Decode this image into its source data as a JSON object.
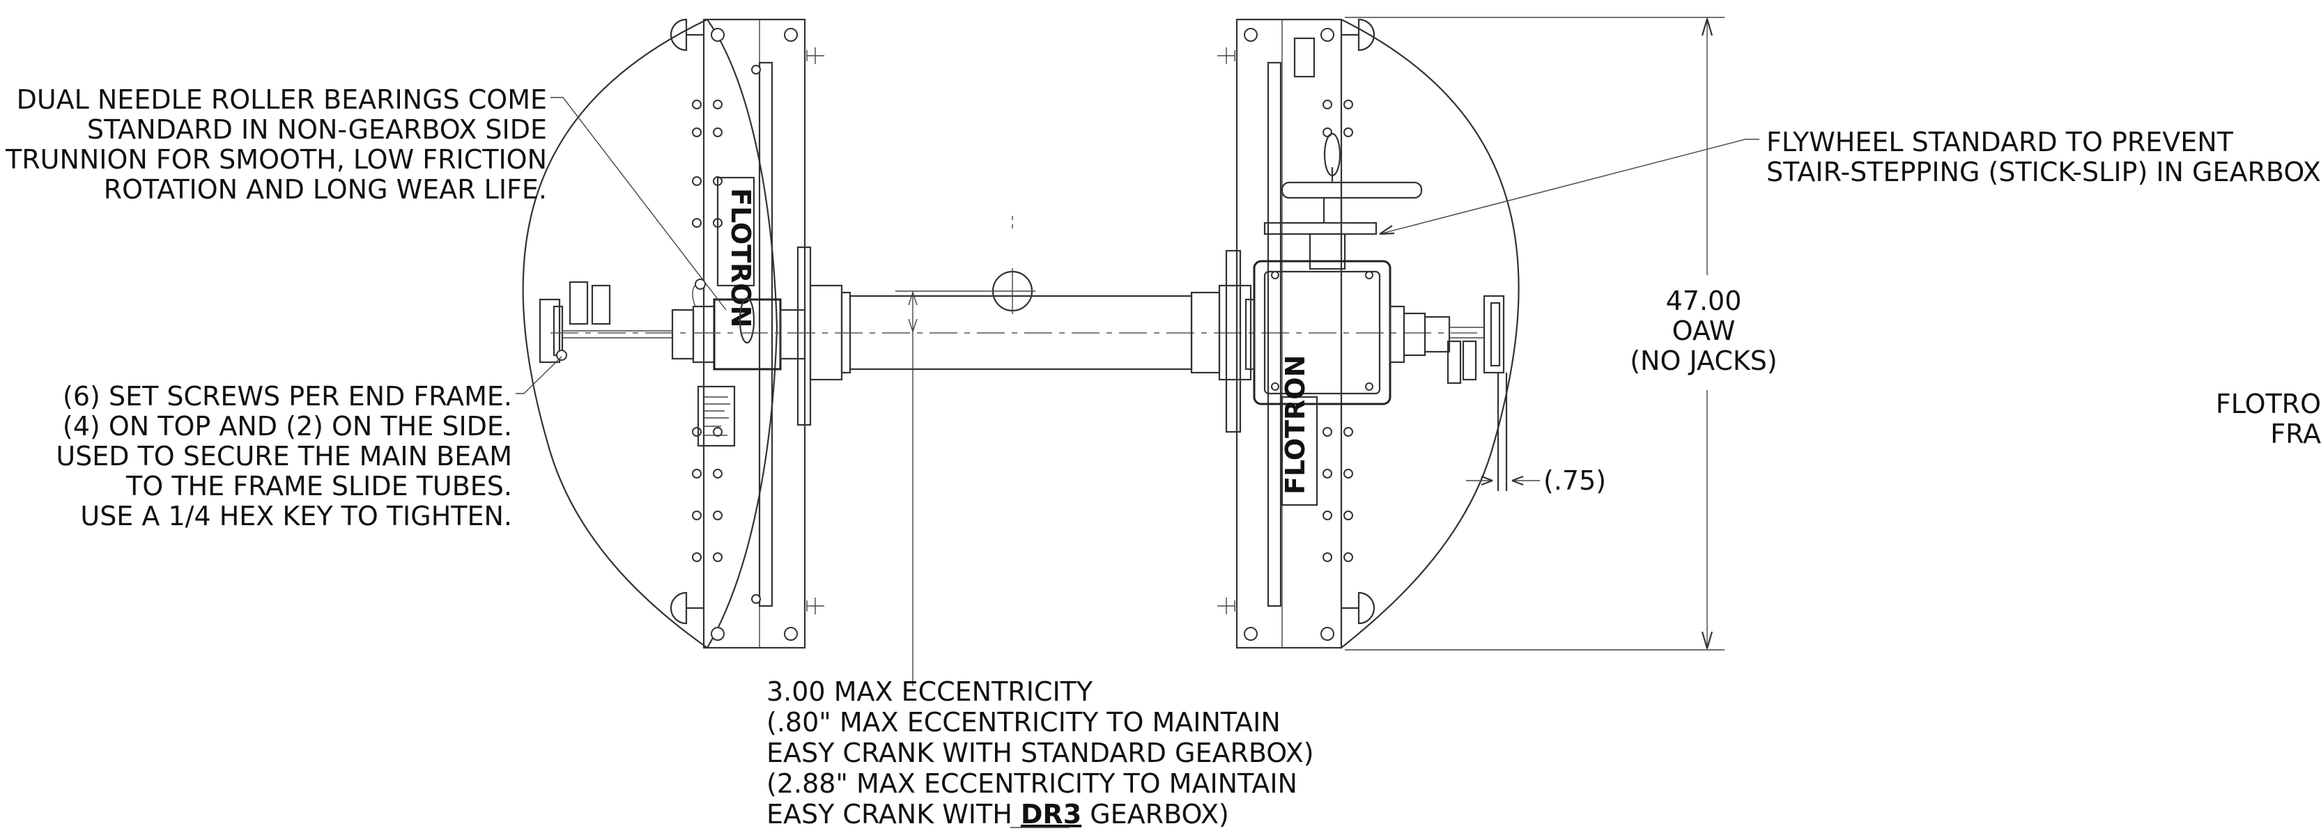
{
  "notes": {
    "bearings": [
      "DUAL NEEDLE ROLLER BEARINGS COME",
      "STANDARD IN NON-GEARBOX SIDE",
      "TRUNNION FOR SMOOTH, LOW FRICTION",
      "ROTATION AND LONG WEAR LIFE."
    ],
    "set_screws": [
      "(6) SET SCREWS PER END FRAME.",
      "(4) ON TOP AND (2) ON THE SIDE.",
      "USED TO SECURE THE MAIN BEAM",
      "TO THE FRAME SLIDE TUBES.",
      "USE A 1/4 HEX KEY TO TIGHTEN."
    ],
    "flywheel": [
      "FLYWHEEL STANDARD TO PREVENT",
      "STAIR-STEPPING (STICK-SLIP) IN GEARBOX."
    ],
    "eccentricity": {
      "line1": "3.00 MAX ECCENTRICITY",
      "line2": "(.80\" MAX ECCENTRICITY TO MAINTAIN",
      "line3": "EASY CRANK WITH STANDARD GEARBOX)",
      "line4": "(2.88\" MAX ECCENTRICITY TO MAINTAIN",
      "line5_prefix": "EASY CRANK WITH ",
      "line5_bold": "DR3",
      "line5_suffix": " GEARBOX)"
    },
    "flotron_cut": [
      "FLOTRO",
      "FRA"
    ]
  },
  "dimensions": {
    "height_value": "47.00",
    "height_label": "OAW",
    "height_note": "(NO JACKS)",
    "offset": "(.75)"
  },
  "logos": {
    "brand": "FLOTRON"
  }
}
